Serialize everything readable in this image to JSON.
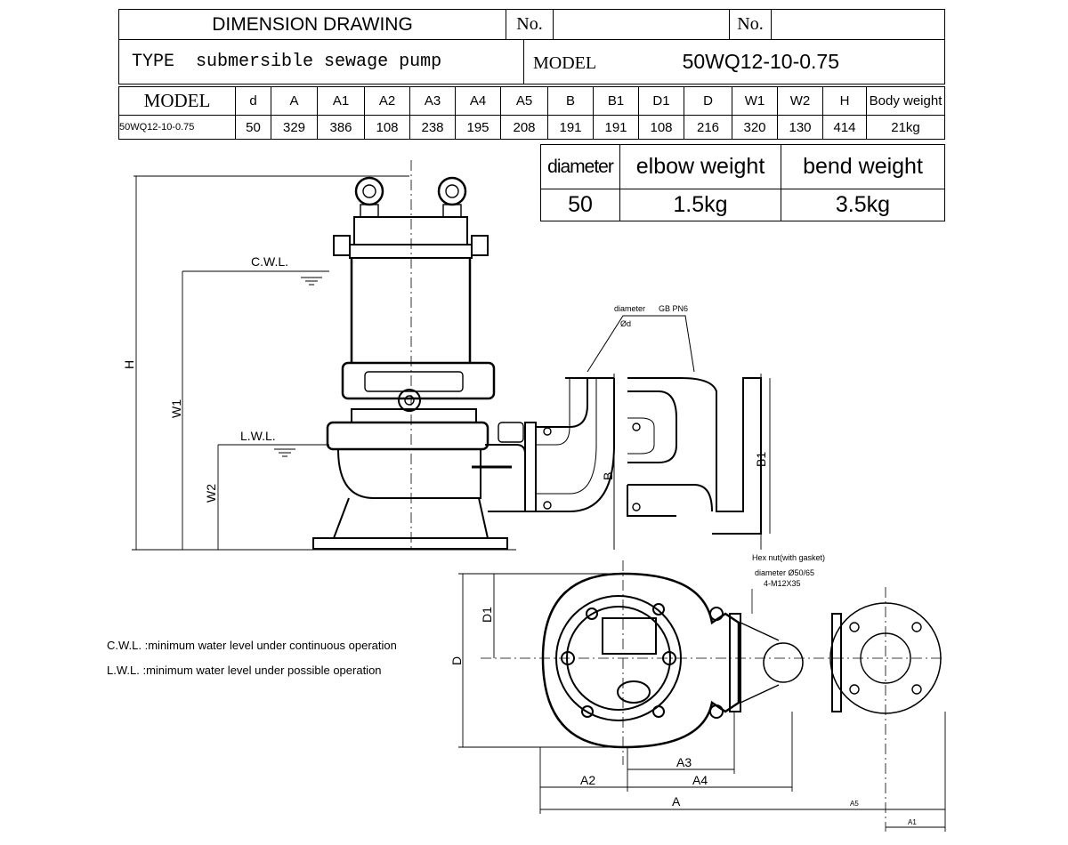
{
  "header": {
    "title": "DIMENSION DRAWING",
    "no_label_1": "No.",
    "no_value_1": "",
    "no_label_2": "No.",
    "no_value_2": "",
    "type_label": "TYPE",
    "type_value": "submersible sewage pump",
    "model_label": "MODEL",
    "model_value": "50WQ12-10-0.75"
  },
  "spec_table": {
    "headers": [
      "MODEL",
      "d",
      "A",
      "A1",
      "A2",
      "A3",
      "A4",
      "A5",
      "B",
      "B1",
      "D1",
      "D",
      "W1",
      "W2",
      "H",
      "Body weight"
    ],
    "rows": [
      [
        "50WQ12-10-0.75",
        "50",
        "329",
        "386",
        "108",
        "238",
        "195",
        "208",
        "191",
        "191",
        "108",
        "216",
        "320",
        "130",
        "414",
        "21kg"
      ]
    ]
  },
  "weight_table": {
    "headers": [
      "diameter",
      "elbow weight",
      "bend weight"
    ],
    "values": [
      "50",
      "1.5kg",
      "3.5kg"
    ]
  },
  "drawing": {
    "cwl": "C.W.L.",
    "lwl": "L.W.L.",
    "dims": {
      "H": "H",
      "W1": "W1",
      "W2": "W2",
      "B": "B",
      "B1": "B1",
      "D1": "D1",
      "D": "D",
      "A": "A",
      "A1": "A1",
      "A2": "A2",
      "A3": "A3",
      "A4": "A4",
      "A5": "A5"
    },
    "flange_note_1": "diameter",
    "flange_note_2": "GB PN6",
    "flange_note_3": "Ød",
    "hex_nut": "Hex nut(with gasket)",
    "bolt_1": "diameter Ø50/65",
    "bolt_2": "4-M12X35"
  },
  "notes": [
    "C.W.L. :minimum water level under continuous operation",
    "L.W.L. :minimum water level under possible operation"
  ]
}
